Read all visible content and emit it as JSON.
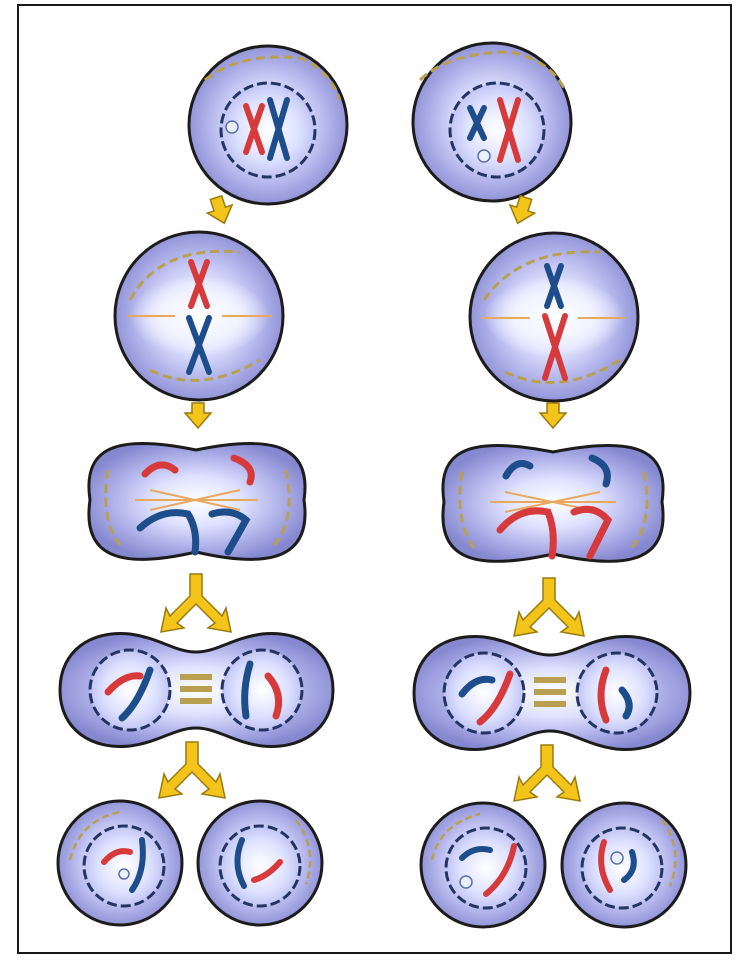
{
  "figure": {
    "type": "mitosis-diagram",
    "columns": 2,
    "stages": [
      "interphase-cell",
      "metaphase-cell",
      "anaphase-cell",
      "telophase-cell",
      "daughter-cells"
    ]
  },
  "colors": {
    "membrane": "#1c1c1c",
    "cytoplasm_outer": "#8d8fd6",
    "cytoplasm_inner": "#eef0ff",
    "golgi": "#b8a050",
    "nuclear_envelope": "#243564",
    "chromosome_red": "#d63a3a",
    "chromosome_blue": "#1e4d8c",
    "arrow_fill": "#f3c51a",
    "arrow_stroke": "#9a7a10"
  }
}
